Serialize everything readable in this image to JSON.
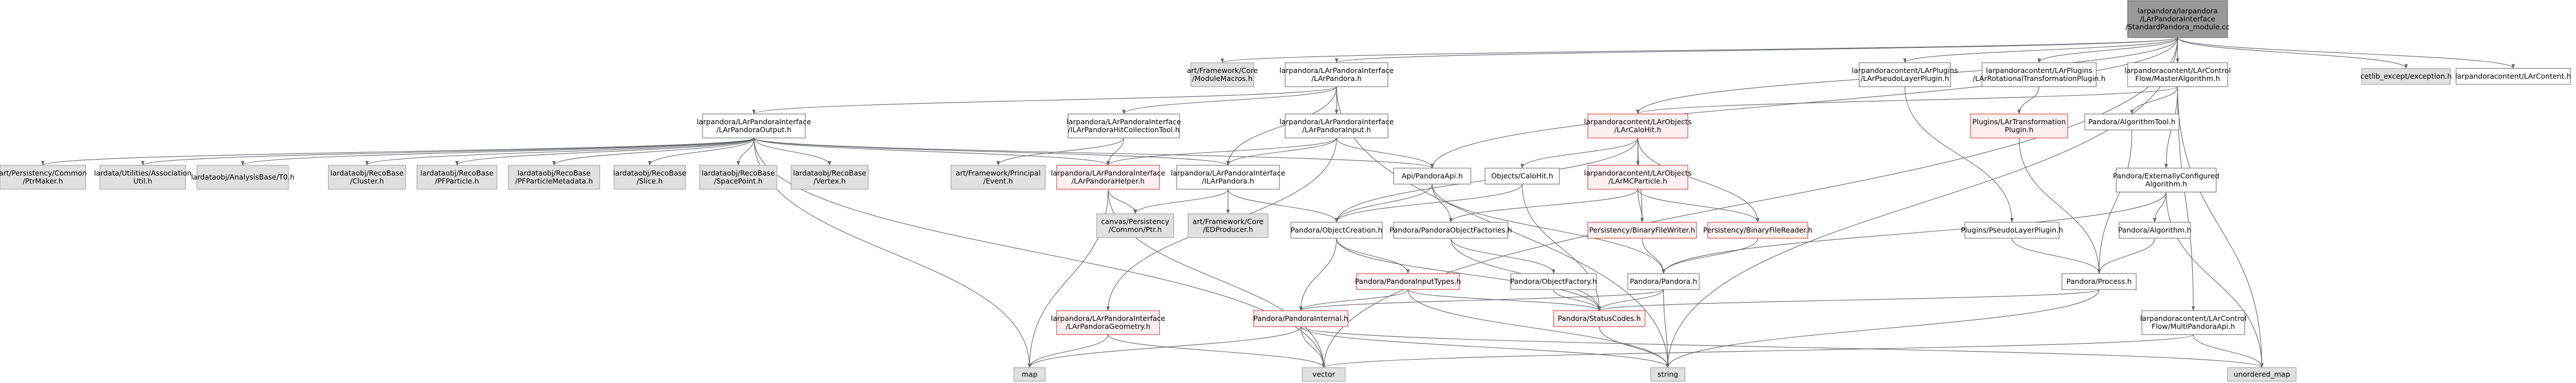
{
  "colors": {
    "root_fill": "#999999",
    "root_stroke": "#666666",
    "normal_fill": "#ffffff",
    "normal_stroke": "#666666",
    "external_fill": "#e0e0e0",
    "external_stroke": "#999999",
    "missing_fill": "#fff0f0",
    "missing_stroke": "#cc3333",
    "missing_text": "#cc0000",
    "edge": "#63666d"
  },
  "nodes": [
    {
      "id": "root",
      "type": "root",
      "lines": [
        "larpandora/larpandora",
        "/LArPandoraInterface",
        "/StandardPandora_module.cc"
      ]
    },
    {
      "id": "artCore",
      "type": "external",
      "lines": [
        "art/Framework/Core",
        "/ModuleMacros.h"
      ]
    },
    {
      "id": "lparInterface",
      "type": "normal",
      "lines": [
        "larpandora/LArPandoraInterface",
        "/LArPandora.h"
      ]
    },
    {
      "id": "pseudoPlugin",
      "type": "normal",
      "lines": [
        "larpandoracontent/LArPlugins",
        "/LArPseudoLayerPlugin.h"
      ]
    },
    {
      "id": "rotPlugin",
      "type": "normal",
      "lines": [
        "larpandoracontent/LArPlugins",
        "/LArRotationalTransformationPlugin.h"
      ]
    },
    {
      "id": "masterAlg",
      "type": "normal",
      "lines": [
        "larpandoracontent/LArControl",
        "Flow/MasterAlgorithm.h"
      ]
    },
    {
      "id": "cetlib",
      "type": "external",
      "lines": [
        "cetlib_except/exception.h"
      ]
    },
    {
      "id": "larContent",
      "type": "normal",
      "lines": [
        "larpandoracontent/LArContent.h"
      ]
    },
    {
      "id": "lpOutput",
      "type": "normal",
      "lines": [
        "larpandora/LArPandoraInterface",
        "/LArPandoraOutput.h"
      ]
    },
    {
      "id": "hitColl",
      "type": "normal",
      "lines": [
        "larpandora/LArPandoraInterface",
        "/ILArPandoraHitCollectionTool.h"
      ]
    },
    {
      "id": "lpInput",
      "type": "normal",
      "lines": [
        "larpandora/LArPandoraInterface",
        "/LArPandoraInput.h"
      ]
    },
    {
      "id": "caloHit",
      "type": "missing",
      "lines": [
        "larpandoracontent/LArObjects",
        "/LArCaloHit.h"
      ]
    },
    {
      "id": "pluginsTrans",
      "type": "missing",
      "lines": [
        "Plugins/LArTransformation",
        "Plugin.h"
      ]
    },
    {
      "id": "algTool",
      "type": "normal",
      "lines": [
        "Pandora/AlgorithmTool.h"
      ]
    },
    {
      "id": "extConfigAlg",
      "type": "normal",
      "lines": [
        "Pandora/ExternallyConfigured",
        "Algorithm.h"
      ]
    },
    {
      "id": "ptMaker",
      "type": "external",
      "lines": [
        "art/Persistency/Common",
        "/PtrMaker.h"
      ]
    },
    {
      "id": "assnUtil",
      "type": "external",
      "lines": [
        "lardata/Utilities/Association",
        "Util.h"
      ]
    },
    {
      "id": "t0",
      "type": "external",
      "lines": [
        "lardataobj/AnalysisBase/T0.h"
      ]
    },
    {
      "id": "cluster",
      "type": "external",
      "lines": [
        "lardataobj/RecoBase",
        "/Cluster.h"
      ]
    },
    {
      "id": "pfparticle",
      "type": "external",
      "lines": [
        "lardataobj/RecoBase",
        "/PFParticle.h"
      ]
    },
    {
      "id": "pfpMeta",
      "type": "external",
      "lines": [
        "lardataobj/RecoBase",
        "/PFParticleMetadata.h"
      ]
    },
    {
      "id": "slice",
      "type": "external",
      "lines": [
        "lardataobj/RecoBase",
        "/Slice.h"
      ]
    },
    {
      "id": "spacepoint",
      "type": "external",
      "lines": [
        "lardataobj/RecoBase",
        "/SpacePoint.h"
      ]
    },
    {
      "id": "vertex",
      "type": "external",
      "lines": [
        "lardataobj/RecoBase",
        "/Vertex.h"
      ]
    },
    {
      "id": "principalEvent",
      "type": "external",
      "lines": [
        "art/Framework/Principal",
        "/Event.h"
      ]
    },
    {
      "id": "lpHelper",
      "type": "missing",
      "lines": [
        "larpandora/LArPandoraInterface",
        "/LArPandoraHelper.h"
      ]
    },
    {
      "id": "ilarPandora",
      "type": "normal",
      "lines": [
        "larpandora/LArPandoraInterface",
        "/ILArPandora.h"
      ]
    },
    {
      "id": "apiPandora",
      "type": "normal",
      "lines": [
        "Api/PandoraApi.h"
      ]
    },
    {
      "id": "objCaloHit",
      "type": "normal",
      "lines": [
        "Objects/CaloHit.h"
      ]
    },
    {
      "id": "mcParticle",
      "type": "missing",
      "lines": [
        "larpandoracontent/LArObjects",
        "/LArMCParticle.h"
      ]
    },
    {
      "id": "pandoraProcess",
      "type": "normal",
      "lines": [
        "Pandora/Process.h"
      ]
    },
    {
      "id": "pandoraAlg",
      "type": "normal",
      "lines": [
        "Pandora/Algorithm.h"
      ]
    },
    {
      "id": "pseudoLayer",
      "type": "normal",
      "lines": [
        "Plugins/PseudoLayerPlugin.h"
      ]
    },
    {
      "id": "canvasPtr",
      "type": "external",
      "lines": [
        "canvas/Persistency",
        "/Common/Ptr.h"
      ]
    },
    {
      "id": "edProducer",
      "type": "external",
      "lines": [
        "art/Framework/Core",
        "/EDProducer.h"
      ]
    },
    {
      "id": "objCreation",
      "type": "normal",
      "lines": [
        "Pandora/ObjectCreation.h"
      ]
    },
    {
      "id": "objFactories",
      "type": "normal",
      "lines": [
        "Pandora/PandoraObjectFactories.h"
      ]
    },
    {
      "id": "binWriter",
      "type": "missing",
      "lines": [
        "Persistency/BinaryFileWriter.h"
      ]
    },
    {
      "id": "binReader",
      "type": "missing",
      "lines": [
        "Persistency/BinaryFileReader.h"
      ]
    },
    {
      "id": "pandoraH",
      "type": "normal",
      "lines": [
        "Pandora/Pandora.h"
      ]
    },
    {
      "id": "multiPandora",
      "type": "normal",
      "lines": [
        "larpandoracontent/LArControl",
        "Flow/MultiPandoraApi.h"
      ]
    },
    {
      "id": "inputTypes",
      "type": "missing",
      "lines": [
        "Pandora/PandoraInputTypes.h"
      ]
    },
    {
      "id": "objFactory",
      "type": "normal",
      "lines": [
        "Pandora/ObjectFactory.h"
      ]
    },
    {
      "id": "lpGeometry",
      "type": "missing",
      "lines": [
        "larpandora/LArPandoraInterface",
        "/LArPandoraGeometry.h"
      ]
    },
    {
      "id": "pandoraInternal",
      "type": "missing",
      "lines": [
        "Pandora/PandoraInternal.h"
      ]
    },
    {
      "id": "statusCodes",
      "type": "missing",
      "lines": [
        "Pandora/StatusCodes.h"
      ]
    },
    {
      "id": "map",
      "type": "external",
      "lines": [
        "map"
      ]
    },
    {
      "id": "vector",
      "type": "external",
      "lines": [
        "vector"
      ]
    },
    {
      "id": "string",
      "type": "external",
      "lines": [
        "string"
      ]
    },
    {
      "id": "unorderedMap",
      "type": "external",
      "lines": [
        "unordered_map"
      ]
    }
  ],
  "edges": [
    [
      "root",
      "artCore"
    ],
    [
      "root",
      "lparInterface"
    ],
    [
      "root",
      "pseudoPlugin"
    ],
    [
      "root",
      "rotPlugin"
    ],
    [
      "root",
      "masterAlg"
    ],
    [
      "root",
      "cetlib"
    ],
    [
      "root",
      "larContent"
    ],
    [
      "root",
      "caloHit"
    ],
    [
      "root",
      "apiPandora"
    ],
    [
      "root",
      "string"
    ],
    [
      "root",
      "vector"
    ],
    [
      "lparInterface",
      "lpOutput"
    ],
    [
      "lparInterface",
      "hitColl"
    ],
    [
      "lparInterface",
      "lpInput"
    ],
    [
      "lparInterface",
      "ilarPandora"
    ],
    [
      "lparInterface",
      "string"
    ],
    [
      "lpOutput",
      "ptMaker"
    ],
    [
      "lpOutput",
      "assnUtil"
    ],
    [
      "lpOutput",
      "t0"
    ],
    [
      "lpOutput",
      "cluster"
    ],
    [
      "lpOutput",
      "pfparticle"
    ],
    [
      "lpOutput",
      "pfpMeta"
    ],
    [
      "lpOutput",
      "slice"
    ],
    [
      "lpOutput",
      "spacepoint"
    ],
    [
      "lpOutput",
      "vertex"
    ],
    [
      "lpOutput",
      "lpHelper"
    ],
    [
      "lpOutput",
      "ilarPandora"
    ],
    [
      "lpOutput",
      "apiPandora"
    ],
    [
      "lpOutput",
      "map"
    ],
    [
      "lpOutput",
      "vector"
    ],
    [
      "hitColl",
      "principalEvent"
    ],
    [
      "hitColl",
      "lpHelper"
    ],
    [
      "lpInput",
      "lpHelper"
    ],
    [
      "lpInput",
      "ilarPandora"
    ],
    [
      "lpInput",
      "apiPandora"
    ],
    [
      "lpInput",
      "lpGeometry"
    ],
    [
      "lpHelper",
      "canvasPtr"
    ],
    [
      "lpHelper",
      "map"
    ],
    [
      "lpHelper",
      "vector"
    ],
    [
      "ilarPandora",
      "edProducer"
    ],
    [
      "ilarPandora",
      "canvasPtr"
    ],
    [
      "ilarPandora",
      "objCreation"
    ],
    [
      "apiPandora",
      "objCreation"
    ],
    [
      "apiPandora",
      "objFactories"
    ],
    [
      "apiPandora",
      "pandoraH"
    ],
    [
      "caloHit",
      "objCaloHit"
    ],
    [
      "caloHit",
      "mcParticle"
    ],
    [
      "caloHit",
      "binWriter"
    ],
    [
      "caloHit",
      "binReader"
    ],
    [
      "caloHit",
      "objCreation"
    ],
    [
      "objCaloHit",
      "objCreation"
    ],
    [
      "objCaloHit",
      "statusCodes"
    ],
    [
      "mcParticle",
      "objFactories"
    ],
    [
      "mcParticle",
      "binWriter"
    ],
    [
      "mcParticle",
      "binReader"
    ],
    [
      "binWriter",
      "pandoraH"
    ],
    [
      "binReader",
      "pandoraH"
    ],
    [
      "objCreation",
      "inputTypes"
    ],
    [
      "objCreation",
      "pandoraInternal"
    ],
    [
      "objCreation",
      "statusCodes"
    ],
    [
      "objFactories",
      "objFactory"
    ],
    [
      "objFactories",
      "statusCodes"
    ],
    [
      "objFactory",
      "statusCodes"
    ],
    [
      "inputTypes",
      "pandoraInternal"
    ],
    [
      "inputTypes",
      "statusCodes"
    ],
    [
      "inputTypes",
      "string"
    ],
    [
      "pandoraInternal",
      "map"
    ],
    [
      "pandoraInternal",
      "vector"
    ],
    [
      "pandoraInternal",
      "unorderedMap"
    ],
    [
      "pandoraInternal",
      "string"
    ],
    [
      "statusCodes",
      "string"
    ],
    [
      "pandoraH",
      "pandoraInternal"
    ],
    [
      "pandoraH",
      "statusCodes"
    ],
    [
      "pandoraH",
      "string"
    ],
    [
      "lpGeometry",
      "map"
    ],
    [
      "lpGeometry",
      "vector"
    ],
    [
      "pseudoPlugin",
      "pseudoLayer"
    ],
    [
      "pseudoLayer",
      "pandoraProcess"
    ],
    [
      "rotPlugin",
      "pluginsTrans"
    ],
    [
      "pluginsTrans",
      "pandoraProcess"
    ],
    [
      "masterAlg",
      "caloHit"
    ],
    [
      "masterAlg",
      "algTool"
    ],
    [
      "masterAlg",
      "extConfigAlg"
    ],
    [
      "masterAlg",
      "multiPandora"
    ],
    [
      "masterAlg",
      "unorderedMap"
    ],
    [
      "algTool",
      "pandoraProcess"
    ],
    [
      "extConfigAlg",
      "pandoraAlg"
    ],
    [
      "extConfigAlg",
      "pandoraH"
    ],
    [
      "extConfigAlg",
      "unorderedMap"
    ],
    [
      "pandoraAlg",
      "pandoraProcess"
    ],
    [
      "pandoraProcess",
      "statusCodes"
    ],
    [
      "pandoraProcess",
      "string"
    ],
    [
      "multiPandora",
      "unorderedMap"
    ],
    [
      "multiPandora",
      "vector"
    ]
  ]
}
